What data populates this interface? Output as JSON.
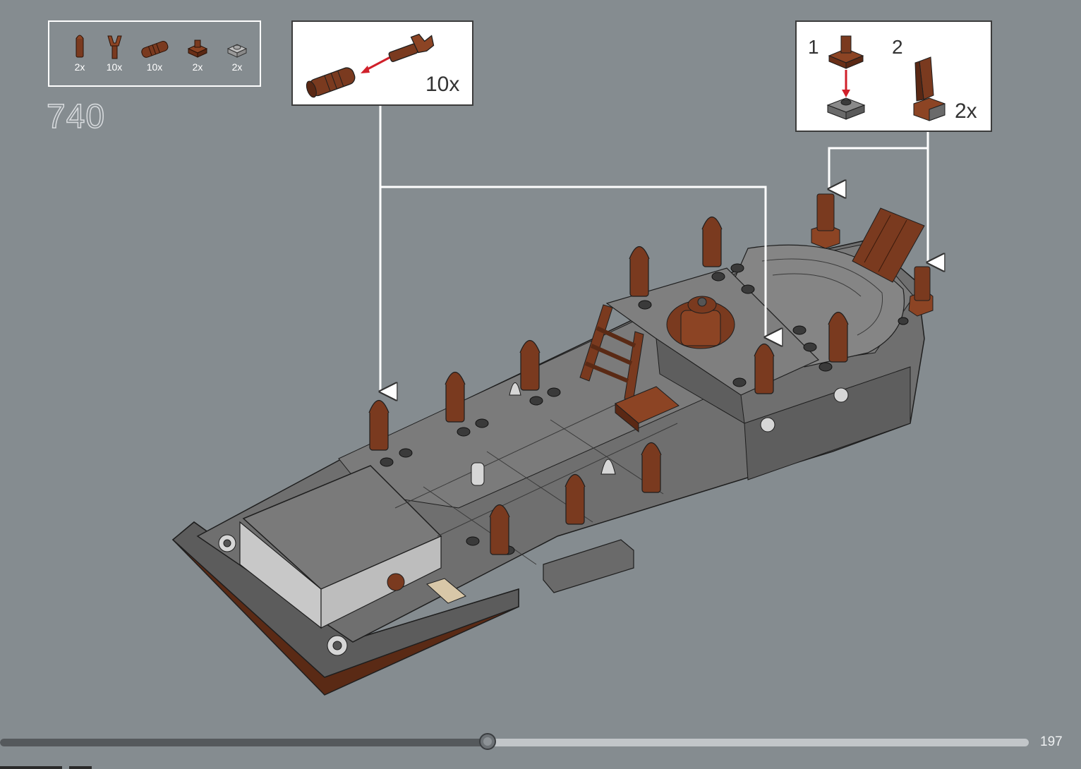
{
  "parts": [
    {
      "icon": "clip-bar-holder-icon",
      "qty": "2x"
    },
    {
      "icon": "bar-holder-clip-icon",
      "qty": "10x"
    },
    {
      "icon": "pin-connector-icon",
      "qty": "10x"
    },
    {
      "icon": "plate-clip-icon",
      "qty": "2x"
    },
    {
      "icon": "plate-1x1-gray-icon",
      "qty": "2x"
    }
  ],
  "step": {
    "number": "740"
  },
  "callout_a": {
    "qty": "10x"
  },
  "callout_b": {
    "sub1": "1",
    "sub2": "2",
    "qty": "2x"
  },
  "progress": {
    "fraction": 0.474
  },
  "page": {
    "number": "197"
  },
  "colors": {
    "background": "#858c90",
    "brick_brown": "#7a3a1f",
    "brick_gray": "#6e6e6e",
    "arrow_red": "#d0202a"
  }
}
